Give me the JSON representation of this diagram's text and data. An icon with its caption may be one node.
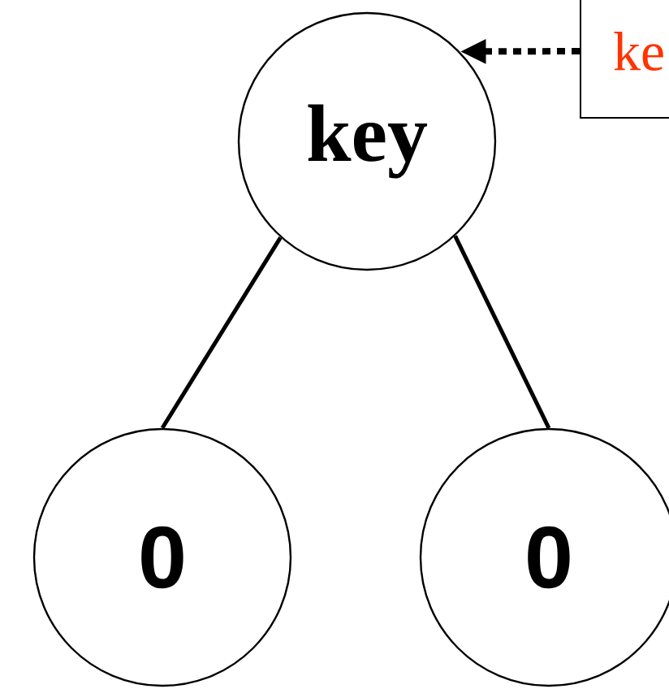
{
  "diagram": {
    "nodes": [
      {
        "text": [
          "key"
        ]
      },
      {
        "text": [
          "0"
        ]
      },
      {
        "text": [
          "0"
        ]
      },
      {
        "text": [
          "ke"
        ]
      }
    ],
    "edges": [
      {
        "from": 0,
        "to": 1,
        "arrow": "none"
      },
      {
        "from": 0,
        "to": 2,
        "arrow": "none"
      },
      {
        "from": 3,
        "to": 0,
        "arrow": "to",
        "style": "dashed"
      }
    ]
  }
}
